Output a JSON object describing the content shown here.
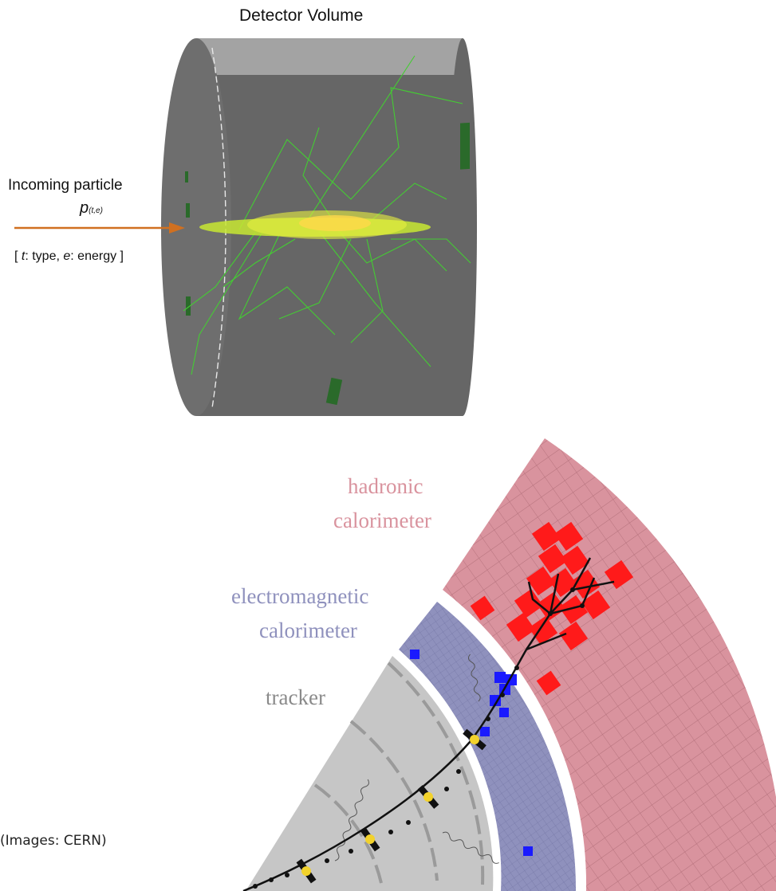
{
  "detector": {
    "title": "Detector Volume",
    "incoming_label": "Incoming particle",
    "symbol_main": "p",
    "symbol_sub": "(t,e)",
    "legend_prefix": "[ ",
    "legend_t": "t",
    "legend_mid": ": type, ",
    "legend_e": "e",
    "legend_suffix": ": energy ]"
  },
  "layers": {
    "hadronic_line1": "hadronic",
    "hadronic_line2": "calorimeter",
    "em_line1": "electromagnetic",
    "em_line2": "calorimeter",
    "tracker": "tracker"
  },
  "credit": "(Images: CERN)",
  "colors": {
    "cylinder": "#666666",
    "cylinder_top": "#a3a3a3",
    "track": "#44cc33",
    "arrow": "#d07020",
    "hadronic": "#d9939e",
    "em": "#8f91bd",
    "tracker": "#c6c6c6",
    "hit_red": "#ff1a1a",
    "hit_blue": "#1a1aff"
  }
}
